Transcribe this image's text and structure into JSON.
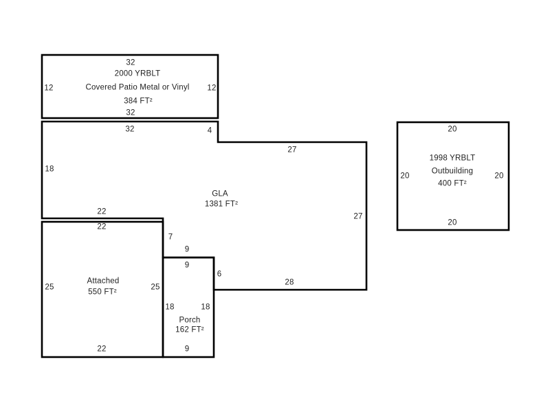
{
  "background": "#ffffff",
  "line_color": "#000000",
  "text_color": "#1f1f1f",
  "areas": {
    "covered_patio": {
      "year": "2000 YRBLT",
      "name": "Covered Patio Metal or Vinyl",
      "area": "384 FT²",
      "dim_top": "32",
      "dim_bottom": "32",
      "dim_left": "12",
      "dim_right": "12"
    },
    "gla": {
      "name": "GLA",
      "area": "1381 FT²",
      "dim_top": "32",
      "dim_step_right": "4",
      "dim_upper_right": "27",
      "dim_left": "18",
      "dim_lower_left": "22",
      "dim_right": "27",
      "dim_notch_vertical": "7",
      "dim_notch_horizontal": "9",
      "dim_porch_side": "6",
      "dim_bottom": "28"
    },
    "attached": {
      "name": "Attached",
      "area": "550 FT²",
      "dim_top": "22",
      "dim_bottom": "22",
      "dim_left": "25",
      "dim_right": "25"
    },
    "porch": {
      "name": "Porch",
      "area": "162 FT²",
      "dim_top": "9",
      "dim_bottom": "9",
      "dim_left": "18",
      "dim_right": "18"
    },
    "outbuilding": {
      "year": "1998 YRBLT",
      "name": "Outbuilding",
      "area": "400 FT²",
      "dim_top": "20",
      "dim_bottom": "20",
      "dim_left": "20",
      "dim_right": "20"
    }
  }
}
